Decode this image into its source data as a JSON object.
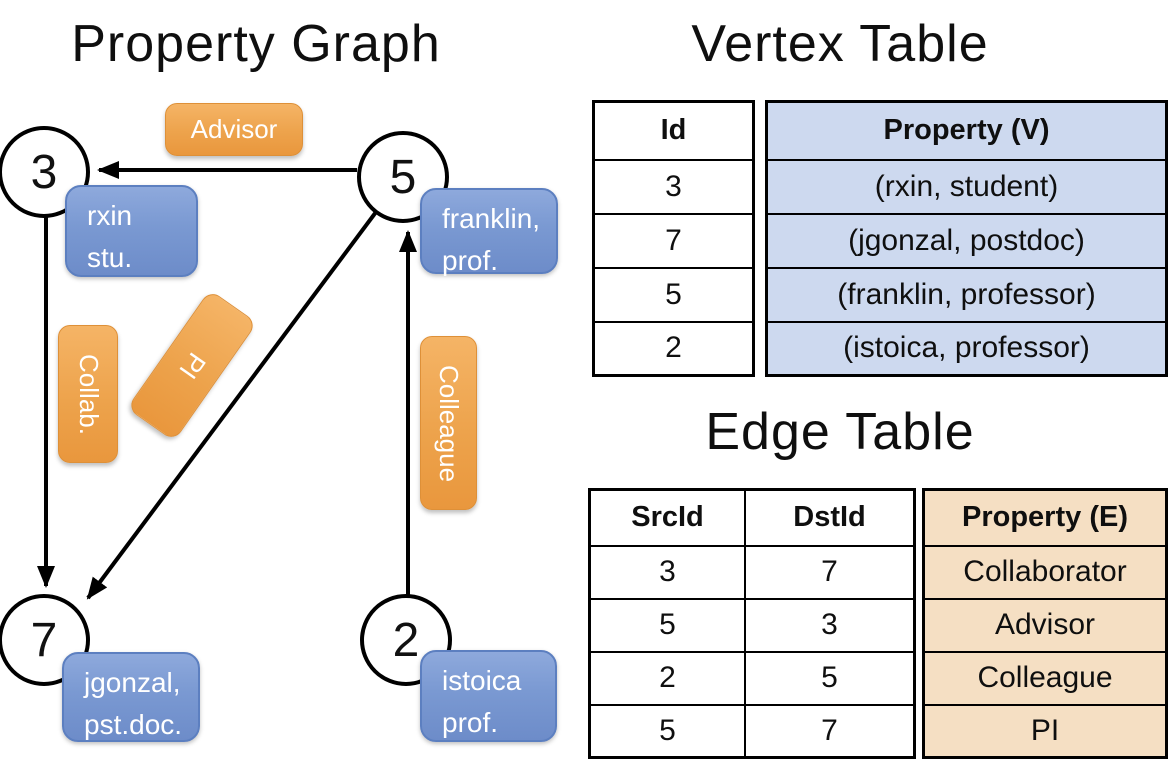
{
  "graph": {
    "title": "Property Graph",
    "nodes": [
      {
        "id": "3",
        "prop_line1": "rxin",
        "prop_line2": "stu."
      },
      {
        "id": "5",
        "prop_line1": "franklin,",
        "prop_line2": "prof."
      },
      {
        "id": "7",
        "prop_line1": "jgonzal,",
        "prop_line2": "pst.doc."
      },
      {
        "id": "2",
        "prop_line1": "istoica",
        "prop_line2": "prof."
      }
    ],
    "edge_labels": [
      {
        "label": "Advisor"
      },
      {
        "label": "Collab."
      },
      {
        "label": "PI"
      },
      {
        "label": "Colleague"
      }
    ]
  },
  "vertex_table": {
    "title": "Vertex Table",
    "columns": {
      "id": "Id",
      "property": "Property (V)"
    },
    "rows": [
      {
        "id": "3",
        "property": "(rxin, student)"
      },
      {
        "id": "7",
        "property": "(jgonzal, postdoc)"
      },
      {
        "id": "5",
        "property": "(franklin, professor)"
      },
      {
        "id": "2",
        "property": "(istoica, professor)"
      }
    ]
  },
  "edge_table": {
    "title": "Edge Table",
    "columns": {
      "src": "SrcId",
      "dst": "DstId",
      "property": "Property (E)"
    },
    "rows": [
      {
        "src": "3",
        "dst": "7",
        "property": "Collaborator"
      },
      {
        "src": "5",
        "dst": "3",
        "property": "Advisor"
      },
      {
        "src": "2",
        "dst": "5",
        "property": "Colleague"
      },
      {
        "src": "5",
        "dst": "7",
        "property": "PI"
      }
    ]
  },
  "colors": {
    "edge_label_fill": "#EFA34B",
    "vertex_property_fill": "#7796CE",
    "vertex_table_fill": "#CDD9EF",
    "edge_table_fill": "#F5DFC3",
    "line": "#000000"
  }
}
